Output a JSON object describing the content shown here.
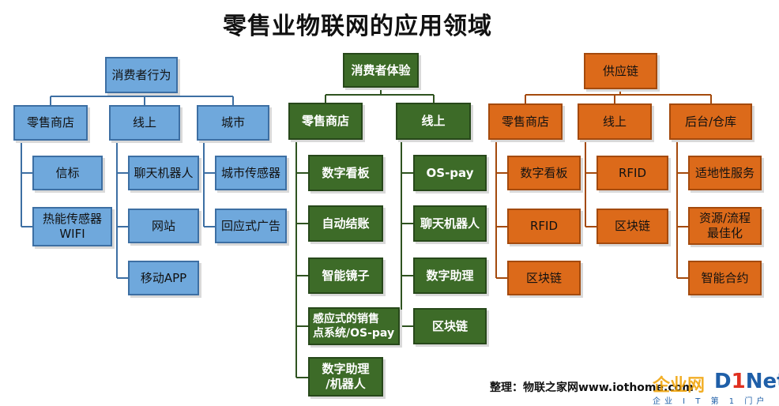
{
  "title": "零售业物联网的应用领域",
  "consumer_behavior": {
    "root": "消费者行为",
    "retail_store": "零售商店",
    "online": "线上",
    "city": "城市",
    "beacon": "信标",
    "thermal_sensor": "热能传感器\nWIFI",
    "chatbot": "聊天机器人",
    "website": "网站",
    "mobile_app": "移动APP",
    "city_sensor": "城市传感器",
    "responsive_ad": "回应式广告"
  },
  "consumer_experience": {
    "root": "消费者体验",
    "retail_store": "零售商店",
    "online": "线上",
    "digital_signage": "数字看板",
    "self_checkout": "自动结账",
    "smart_mirror": "智能镜子",
    "responsive_pos": "感应式的销售\n点系统/OS-pay",
    "digital_assistant_robot": "数字助理\n/机器人",
    "os_pay": "OS-pay",
    "chatbot": "聊天机器人",
    "digital_assistant": "数字助理",
    "blockchain": "区块链"
  },
  "supply_chain": {
    "root": "供应链",
    "retail_store": "零售商店",
    "online": "线上",
    "backend_warehouse": "后台/仓库",
    "digital_signage": "数字看板",
    "rfid_store": "RFID",
    "blockchain_store": "区块链",
    "rfid_online": "RFID",
    "blockchain_online": "区块链",
    "adaptive_service": "适地性服务",
    "resource_flow": "资源/流程\n 最佳化",
    "smart_contract": "智能合约"
  },
  "credit": "整理：物联之家网www.iothome.com",
  "watermark": {
    "cn": "企业网",
    "en_prefix": "D",
    "en_one": "1",
    "en_suffix": "Net",
    "sub": "企业 I T 第 1 门户"
  },
  "colors": {
    "blue": "#6fa8dc",
    "green": "#3d6b28",
    "orange": "#dc6a1a",
    "connector_blue": "#3d6fa3",
    "connector_green": "#2f5320",
    "connector_orange": "#a44a0d"
  }
}
